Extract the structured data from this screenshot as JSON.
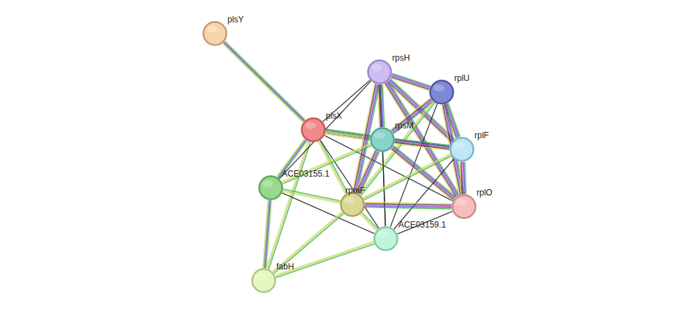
{
  "diagram": {
    "nodes": [
      {
        "text": [
          "plsY"
        ]
      },
      {
        "text": [
          "rpsH"
        ]
      },
      {
        "text": [
          "rplU"
        ]
      },
      {
        "text": [
          "plsX"
        ]
      },
      {
        "text": [
          "rpsM"
        ]
      },
      {
        "text": [
          "rplF"
        ]
      },
      {
        "text": [
          "ACE03155.1"
        ]
      },
      {
        "text": [
          "rpmF"
        ]
      },
      {
        "text": [
          "rplO"
        ]
      },
      {
        "text": [
          "ACE03159.1"
        ]
      },
      {
        "text": [
          "fabH"
        ]
      }
    ],
    "edges": [
      {
        "from": 0,
        "to": 3,
        "arrow": "none"
      },
      {
        "from": 3,
        "to": 1,
        "arrow": "none"
      },
      {
        "from": 3,
        "to": 4,
        "arrow": "none"
      },
      {
        "from": 3,
        "to": 5,
        "arrow": "none"
      },
      {
        "from": 3,
        "to": 8,
        "arrow": "none"
      },
      {
        "from": 3,
        "to": 6,
        "arrow": "none"
      },
      {
        "from": 3,
        "to": 7,
        "arrow": "none"
      },
      {
        "from": 3,
        "to": 10,
        "arrow": "none"
      },
      {
        "from": 3,
        "to": 9,
        "arrow": "none"
      },
      {
        "from": 1,
        "to": 2,
        "arrow": "none"
      },
      {
        "from": 1,
        "to": 4,
        "arrow": "none"
      },
      {
        "from": 1,
        "to": 5,
        "arrow": "none"
      },
      {
        "from": 1,
        "to": 8,
        "arrow": "none"
      },
      {
        "from": 1,
        "to": 7,
        "arrow": "none"
      },
      {
        "from": 1,
        "to": 9,
        "arrow": "none"
      },
      {
        "from": 1,
        "to": 6,
        "arrow": "none"
      },
      {
        "from": 2,
        "to": 4,
        "arrow": "none"
      },
      {
        "from": 2,
        "to": 5,
        "arrow": "none"
      },
      {
        "from": 2,
        "to": 8,
        "arrow": "none"
      },
      {
        "from": 2,
        "to": 7,
        "arrow": "none"
      },
      {
        "from": 2,
        "to": 9,
        "arrow": "none"
      },
      {
        "from": 4,
        "to": 5,
        "arrow": "none"
      },
      {
        "from": 4,
        "to": 8,
        "arrow": "none"
      },
      {
        "from": 4,
        "to": 7,
        "arrow": "none"
      },
      {
        "from": 4,
        "to": 9,
        "arrow": "none"
      },
      {
        "from": 4,
        "to": 6,
        "arrow": "none"
      },
      {
        "from": 5,
        "to": 8,
        "arrow": "none"
      },
      {
        "from": 5,
        "to": 7,
        "arrow": "none"
      },
      {
        "from": 5,
        "to": 9,
        "arrow": "none"
      },
      {
        "from": 8,
        "to": 7,
        "arrow": "none"
      },
      {
        "from": 8,
        "to": 9,
        "arrow": "none"
      },
      {
        "from": 6,
        "to": 7,
        "arrow": "none"
      },
      {
        "from": 6,
        "to": 9,
        "arrow": "none"
      },
      {
        "from": 6,
        "to": 10,
        "arrow": "none"
      },
      {
        "from": 7,
        "to": 9,
        "arrow": "none"
      },
      {
        "from": 7,
        "to": 10,
        "arrow": "none"
      },
      {
        "from": 9,
        "to": 10,
        "arrow": "none"
      }
    ]
  }
}
